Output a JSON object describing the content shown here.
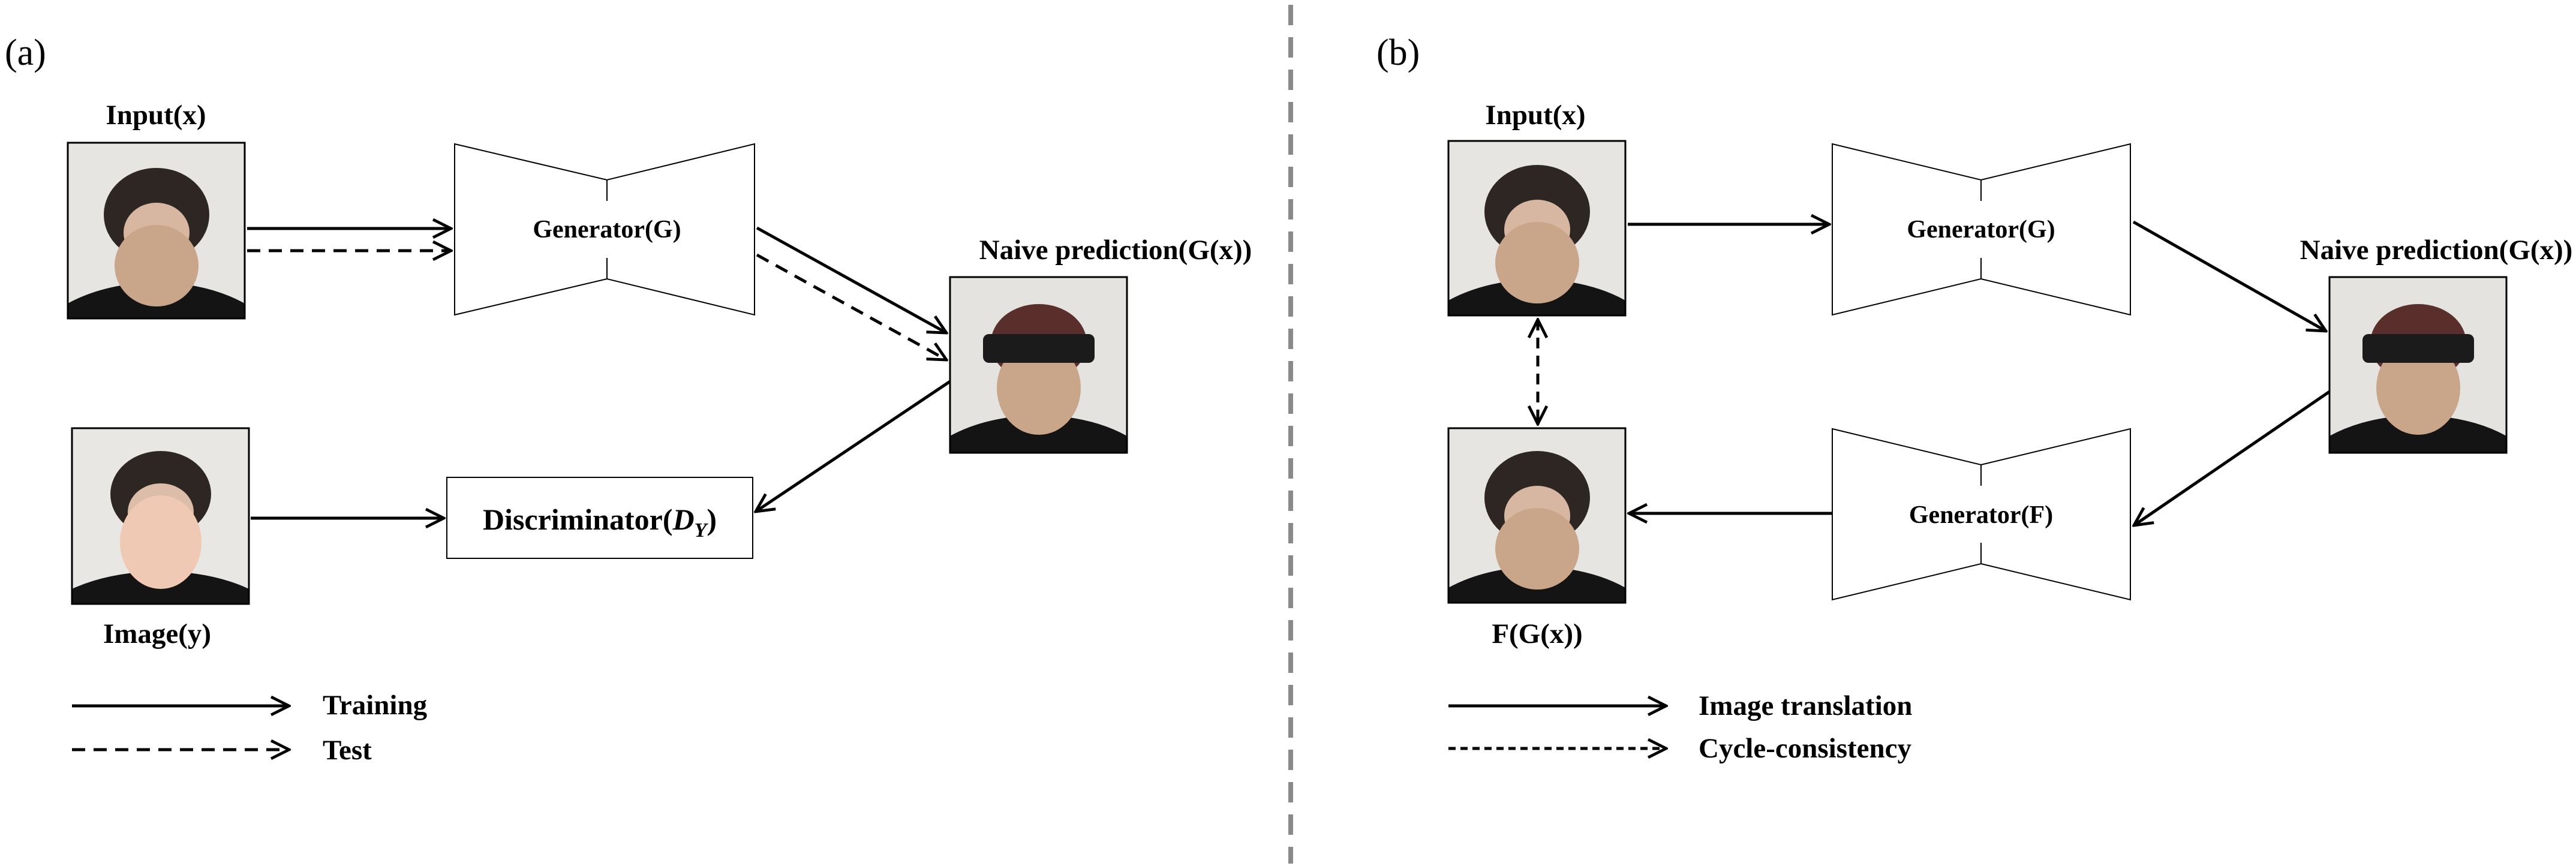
{
  "panels": {
    "a": {
      "tag": "(a)",
      "input_label": "Input(x)",
      "image_label": "Image(y)",
      "naive_label": "Naive prediction(G(x))",
      "generator_label": "Generator(G)",
      "discriminator_label": "Discriminator(",
      "discriminator_symbol": "D",
      "discriminator_subscript": "Y",
      "discriminator_close": ")",
      "legend": {
        "solid": "Training",
        "dashed": "Test"
      }
    },
    "b": {
      "tag": "(b)",
      "input_label": "Input(x)",
      "output_label": "F(G(x))",
      "naive_label": "Naive prediction(G(x))",
      "generator_g_label": "Generator(G)",
      "generator_f_label": "Generator(F)",
      "legend": {
        "solid": "Image translation",
        "dashed": "Cycle-consistency"
      }
    }
  },
  "colors": {
    "divider": "#8a8a8a",
    "photo_bg": "#e6e5e2",
    "face": "#c9a58a",
    "face_pale": "#efc9b3",
    "hair": "#2e2622",
    "shirt": "#141414",
    "band": "#1b1b1b"
  }
}
